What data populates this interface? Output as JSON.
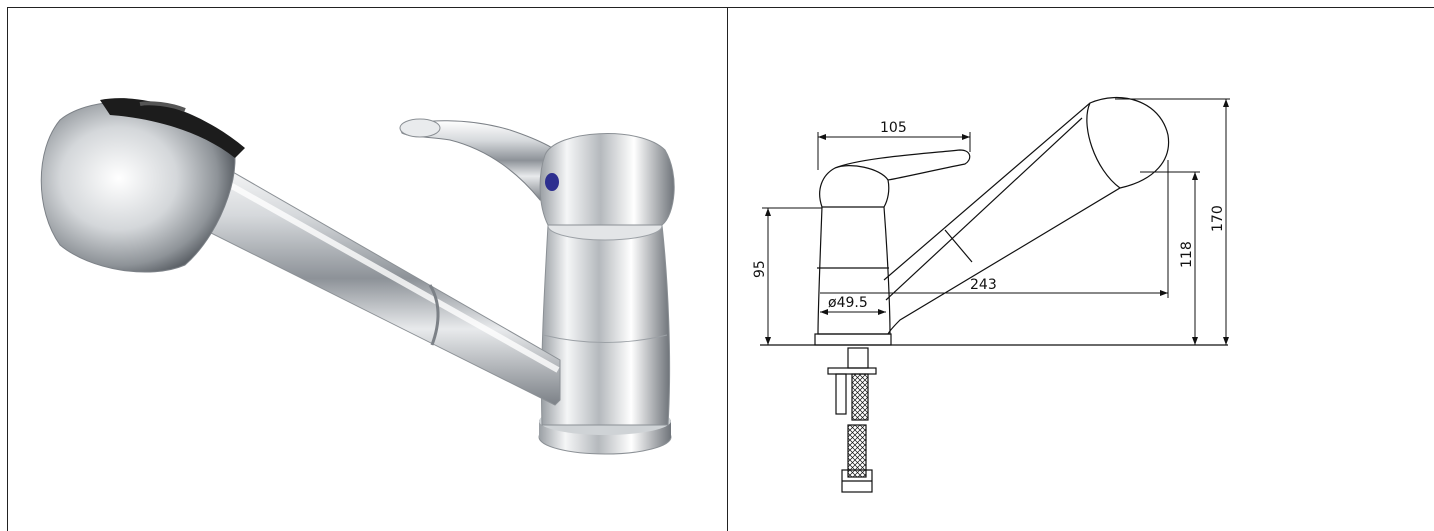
{
  "photo": {
    "subject": "pull-out-kitchen-faucet-photo",
    "colors": {
      "chrome_light": "#f2f3f4",
      "chrome_mid": "#b9bdc1",
      "chrome_dark": "#6f747a",
      "rubber": "#1c1c1c",
      "knob_dot": "#2d2f8f"
    }
  },
  "drawing": {
    "dimensions": {
      "handle_width": "105",
      "base_height": "95",
      "base_diameter": "ø49.5",
      "spout_reach": "243",
      "spout_height": "118",
      "total_height": "170"
    }
  }
}
